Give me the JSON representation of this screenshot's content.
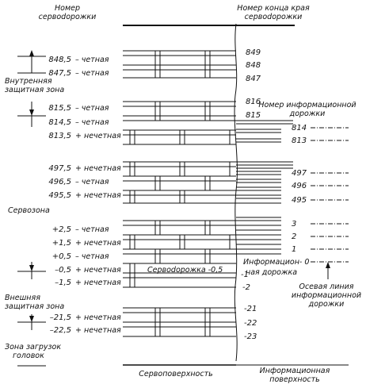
{
  "headers": {
    "servo_track_number": [
      "Номер",
      "сервodорожки"
    ],
    "servo_track_edge": [
      "Номер конца края",
      "сервodорожки"
    ],
    "info_track_number": [
      "Номер информационной",
      "дорожки"
    ]
  },
  "zones": {
    "inner_guard": [
      "Внутренняя",
      "защитная зона"
    ],
    "servo": "Сервозона",
    "outer_guard": [
      "Внешняя",
      "защитная зона"
    ],
    "head_load": [
      "Зона загрузок",
      "головок"
    ]
  },
  "left_labels": [
    {
      "num": "848,5",
      "parity": "– четная"
    },
    {
      "num": "847,5",
      "parity": "– четная"
    },
    {
      "num": "815,5",
      "parity": "– четная"
    },
    {
      "num": "814,5",
      "parity": "– четная"
    },
    {
      "num": "813,5",
      "parity": "+ нечетная"
    },
    {
      "num": "497,5",
      "parity": "+ нечетная"
    },
    {
      "num": "496,5",
      "parity": "– четная"
    },
    {
      "num": "495,5",
      "parity": "+ нечетная"
    },
    {
      "num": "+2,5",
      "parity": "– четная"
    },
    {
      "num": "+1,5",
      "parity": "+ нечетная"
    },
    {
      "num": "+0,5",
      "parity": "– четная"
    },
    {
      "num": "–0,5",
      "parity": "+ нечетная"
    },
    {
      "num": "–1,5",
      "parity": "+ нечетная"
    },
    {
      "num": "–21,5",
      "parity": "+ нечетная"
    },
    {
      "num": "–22,5",
      "parity": "+ нечетная"
    }
  ],
  "edge_numbers": [
    "849",
    "848",
    "847",
    "816",
    "815",
    "-1",
    "-2",
    "-21",
    "-22",
    "-23"
  ],
  "info_tracks": [
    "814",
    "813",
    "497",
    "496",
    "495",
    "3",
    "2",
    "1"
  ],
  "info_track_zero": "Информацион- 0",
  "info_track_zero_cont": "ная дорожка",
  "servo_track_label": "Сервodорожка -0,5",
  "axis_label": [
    "Осевая линия",
    "информационной",
    "дорожки"
  ],
  "bottom": {
    "servo_surface": "Сервоповерхность",
    "info_surface": [
      "Информационная",
      "поверхность"
    ]
  }
}
